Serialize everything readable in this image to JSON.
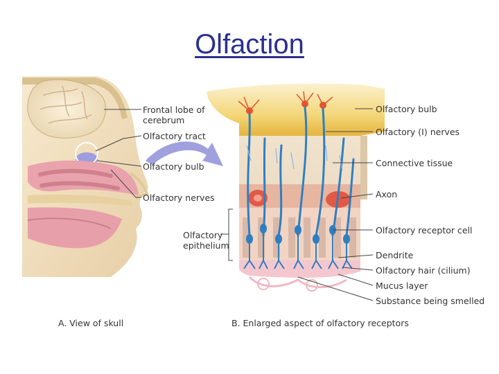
{
  "title": "Olfaction",
  "panel_a": {
    "caption": "A. View of skull",
    "labels": {
      "frontal_lobe": "Frontal lobe of\ncerebrum",
      "olfactory_tract": "Olfactory tract",
      "olfactory_bulb": "Olfactory bulb",
      "olfactory_nerves": "Olfactory nerves"
    }
  },
  "panel_b": {
    "caption": "B. Enlarged aspect of olfactory receptors",
    "left_label": "Olfactory\nepithelium",
    "labels": {
      "olfactory_bulb": "Olfactory bulb",
      "olfactory_nerves": "Olfactory (I) nerves",
      "connective_tissue": "Connective tissue",
      "axon": "Axon",
      "receptor_cell": "Olfactory receptor cell",
      "dendrite": "Dendrite",
      "olfactory_hair": "Olfactory hair (cilium)",
      "mucus_layer": "Mucus layer",
      "substance": "Substance being smelled"
    }
  },
  "colors": {
    "title": "#2b2f8f",
    "nerve_blue": "#2f7fc0",
    "bulb_yellow": "#f2c94c",
    "arrow_purple": "#8f8fd8",
    "skin": "#f2dcb8",
    "brain": "#efe0c0",
    "mucosa": "#e9a3ad"
  }
}
